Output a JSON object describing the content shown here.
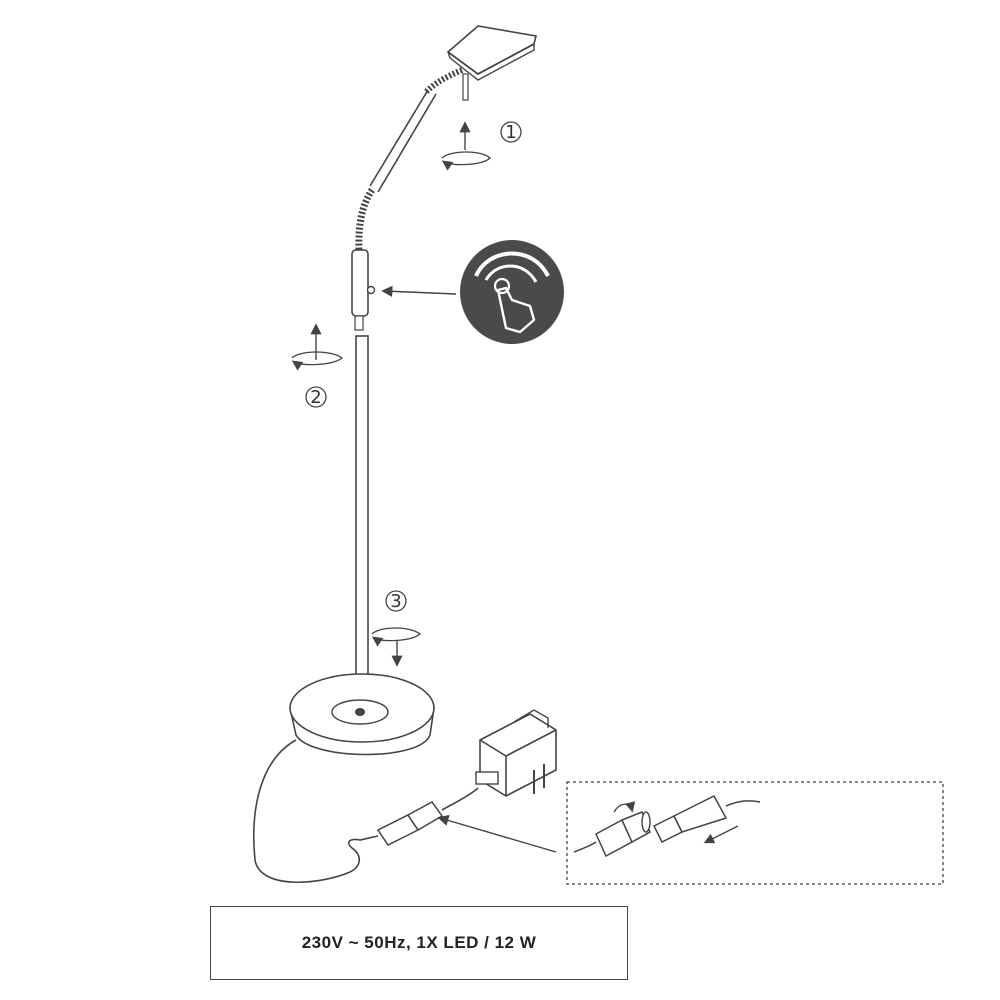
{
  "steps": [
    {
      "number": "1"
    },
    {
      "number": "2"
    },
    {
      "number": "3"
    }
  ],
  "specs": {
    "text": "230V  ~ 50Hz,  1X LED   / 12 W"
  },
  "icons": [
    "touch-dimmer-icon",
    "rotate-arrow-icon",
    "up-arrow-icon",
    "down-arrow-icon",
    "plug-icon"
  ],
  "colors": {
    "line": "#444444",
    "fill": "#ffffff",
    "icon_bg": "#4a4a4a"
  }
}
